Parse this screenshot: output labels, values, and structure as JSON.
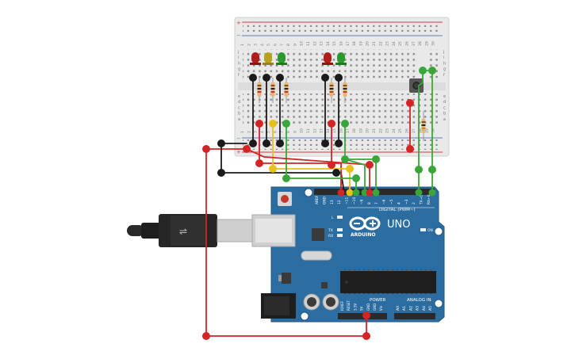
{
  "colors": {
    "background": "#ffffff",
    "breadboard": "#e9e9e9",
    "rail_red": "#d33a3a",
    "rail_blue": "#5b7fb8",
    "board_blue": "#2c6da1",
    "board_dark": "#1f5686",
    "wire_red": "#d32525",
    "wire_black": "#1b1b1b",
    "wire_yellow": "#e6c21a",
    "wire_green": "#3aa63a",
    "led_red": "#b01d1d",
    "led_yellow": "#b8a21a",
    "led_green": "#2a9b2a"
  },
  "breadboard": {
    "rail_plus": "+",
    "rail_minus": "−",
    "row_letters_top": [
      "j",
      "i",
      "h",
      "g",
      "f"
    ],
    "row_letters_bottom": [
      "e",
      "d",
      "c",
      "b",
      "a"
    ],
    "column_numbers": [
      "1",
      "2",
      "3",
      "4",
      "5",
      "6",
      "7",
      "8",
      "9",
      "10",
      "11",
      "12",
      "13",
      "14",
      "15",
      "16",
      "17",
      "18",
      "19",
      "20",
      "21",
      "22",
      "23",
      "24",
      "25",
      "26",
      "27",
      "28",
      "29",
      "30"
    ]
  },
  "arduino": {
    "logo_text": "ARDUINO",
    "model": "UNO",
    "digital_label": "DIGITAL (PWM~)",
    "power_label": "POWER",
    "analog_label": "ANALOG IN",
    "on_label": "ON",
    "led_l_label": "L",
    "led_tx_label": "TX",
    "led_rx_label": "RX",
    "top_pin_labels": [
      "AREF",
      "GND",
      "13",
      "12",
      "~11",
      "~10",
      "~9",
      "8",
      "7",
      "~6",
      "~5",
      "4",
      "~3",
      "2",
      "TX→1",
      "RX←0"
    ],
    "power_pin_labels": [
      "IOREF",
      "RESET",
      "3.3V",
      "5V",
      "GND",
      "GND",
      "Vin"
    ],
    "analog_pin_labels": [
      "A0",
      "A1",
      "A2",
      "A3",
      "A4",
      "A5"
    ]
  },
  "icons": [
    "usb-cable-icon",
    "reset-button-icon",
    "push-button-icon",
    "chip-icon",
    "capacitor-icon",
    "power-jack-icon"
  ]
}
